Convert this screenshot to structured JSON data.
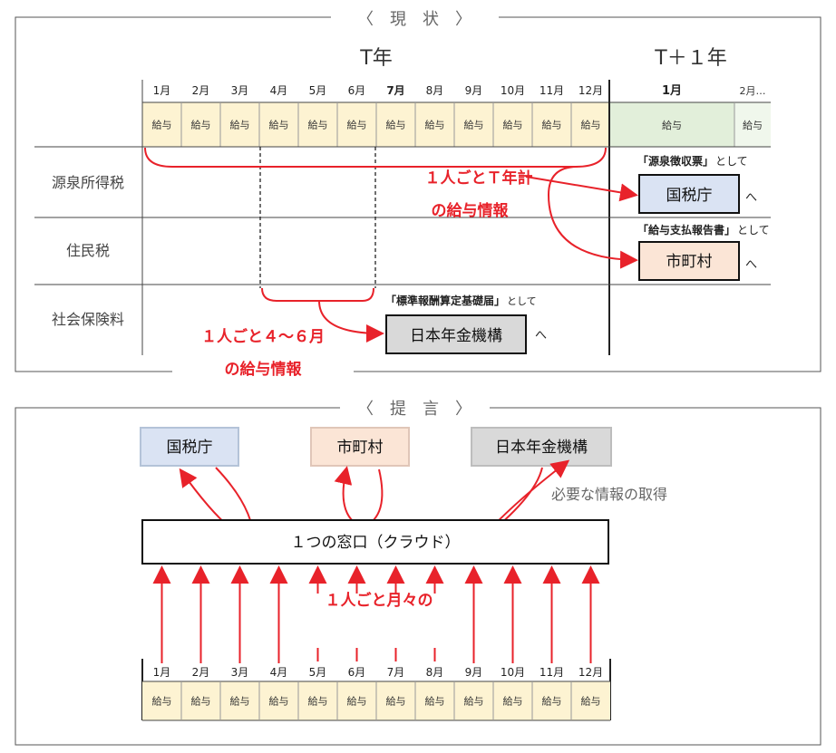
{
  "current": {
    "section_title": "〈　現　状　〉",
    "year_t": "T年",
    "year_t1": "T＋１年",
    "months": [
      "1月",
      "2月",
      "3月",
      "4月",
      "5月",
      "6月",
      "7月",
      "8月",
      "9月",
      "10月",
      "11月",
      "12月"
    ],
    "month_next_1": "1月",
    "month_next_2": "2月…",
    "salary_label": "給与",
    "rows": [
      "源泉所得税",
      "住民税",
      "社会保険料"
    ],
    "note_year_line1": "１人ごとＴ年計",
    "note_year_line2": "の給与情報",
    "note_q_line1": "１人ごと４～６月",
    "note_q_line2": "の給与情報",
    "doc_tax": "「源泉徴収票」",
    "doc_muni": "「給与支払報告書」",
    "doc_pension": "「標準報酬算定基礎届」",
    "as_text": "として",
    "to_text": "へ",
    "box_tax": "国税庁",
    "box_muni": "市町村",
    "box_pension": "日本年金機構"
  },
  "proposal": {
    "section_title": "〈　提　言　〉",
    "box_tax": "国税庁",
    "box_muni": "市町村",
    "box_pension": "日本年金機構",
    "acquire_text": "必要な情報の取得",
    "window_text": "１つの窓口（クラウド）",
    "monthly_text": "１人ごと月々の",
    "months": [
      "1月",
      "2月",
      "3月",
      "4月",
      "5月",
      "6月",
      "7月",
      "8月",
      "9月",
      "10月",
      "11月",
      "12月"
    ],
    "salary_label": "給与"
  },
  "colors": {
    "salary_fill": "#fdf3d2",
    "next_year_fill": "#e2efda",
    "tax_box": "#dae3f3",
    "muni_box": "#fbe5d6",
    "pension_box": "#d9d9d9",
    "red": "#e8222a"
  }
}
